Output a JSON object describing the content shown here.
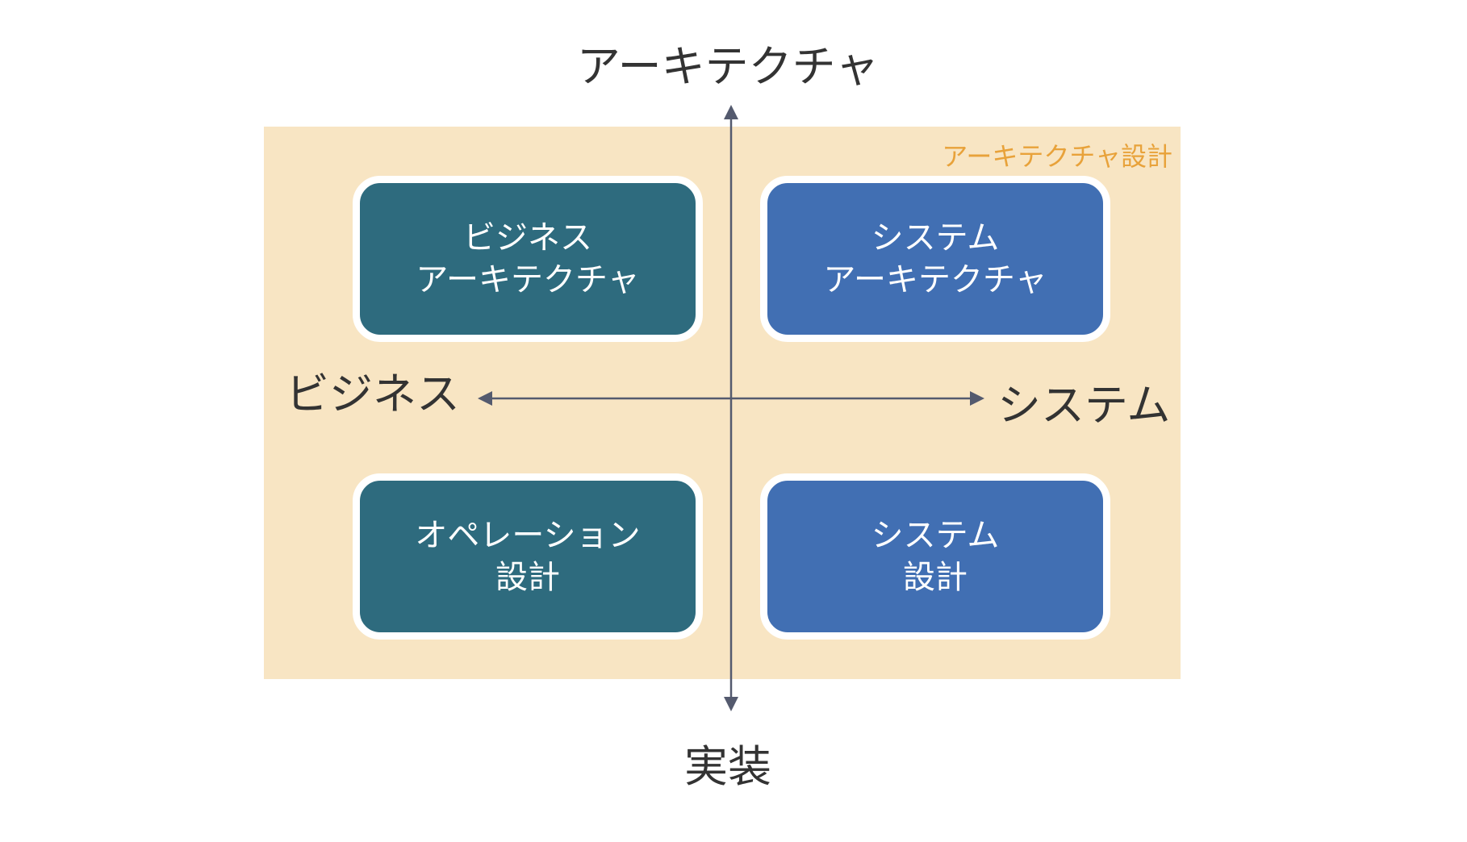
{
  "axes": {
    "top": "アーキテクチャ",
    "bottom": "実装",
    "left": "ビジネス",
    "right": "システム"
  },
  "region": {
    "label": "アーキテクチャ設計",
    "color": "#f8e5c3",
    "label_color": "#e8a23a"
  },
  "boxes": {
    "top_left": {
      "line1": "ビジネス",
      "line2": "アーキテクチャ",
      "color": "#2e6b7e"
    },
    "top_right": {
      "line1": "システム",
      "line2": "アーキテクチャ",
      "color": "#416fb3"
    },
    "bottom_left": {
      "line1": "オペレーション",
      "line2": "設計",
      "color": "#2e6b7e"
    },
    "bottom_right": {
      "line1": "システム",
      "line2": "設計",
      "color": "#416fb3"
    }
  },
  "arrow_color": "#545a6e"
}
